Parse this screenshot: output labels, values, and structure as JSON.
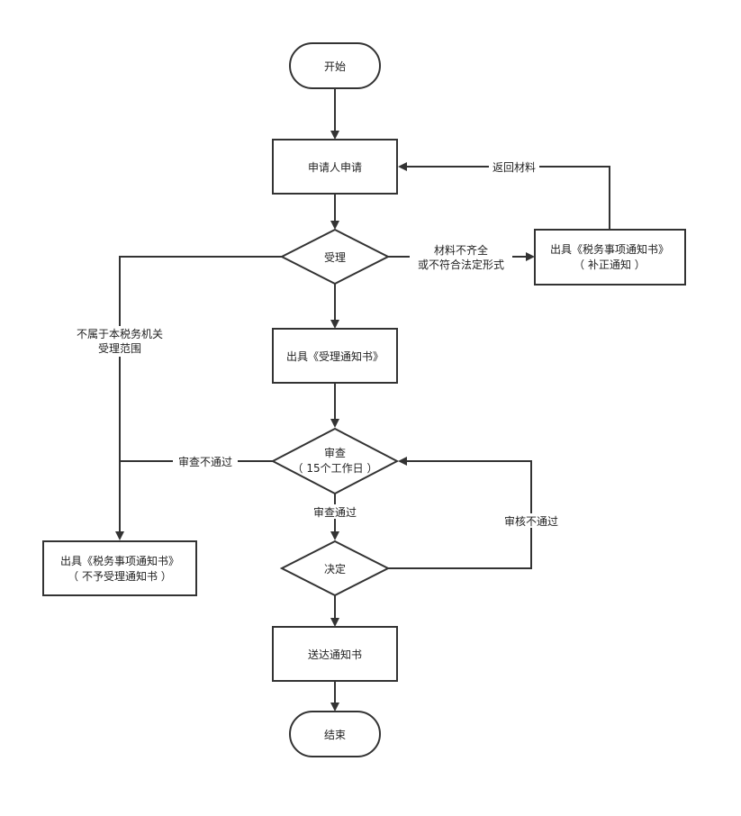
{
  "nodes": {
    "start": "开始",
    "apply": "申请人申请",
    "accept": "受理",
    "supplement_notice": [
      "出具《税务事项通知书》",
      "（ 补正通知 ）"
    ],
    "accept_notice": "出具《受理通知书》",
    "review": [
      "审查",
      "（ 15个工作日 ）"
    ],
    "decision": "决定",
    "reject_notice": [
      "出具《税务事项通知书》",
      "（ 不予受理通知书 ）"
    ],
    "deliver": "送达通知书",
    "end": "结束"
  },
  "edges": {
    "return_materials": "返回材料",
    "incomplete": [
      "材料不齐全",
      "或不符合法定形式"
    ],
    "out_of_scope": [
      "不属于本税务机关",
      "受理范围"
    ],
    "review_fail": "审查不通过",
    "review_pass": "审查通过",
    "verify_fail": "审核不通过"
  },
  "colors": {
    "stroke": "#333333",
    "fill": "#ffffff",
    "text": "#222222"
  }
}
